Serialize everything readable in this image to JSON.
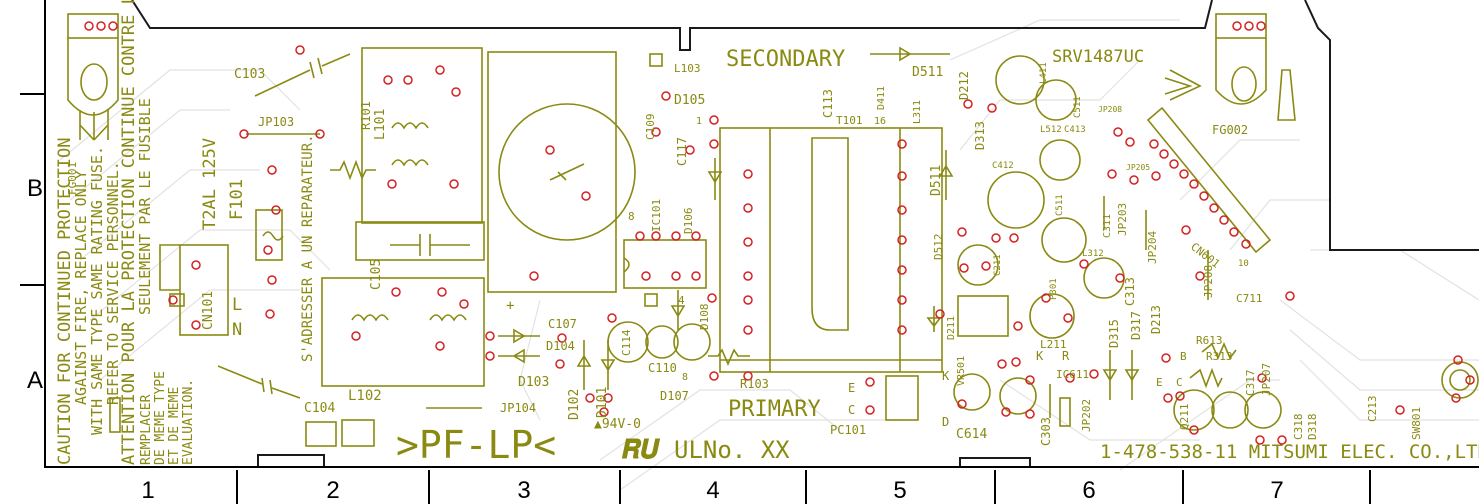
{
  "grid": {
    "rows": [
      "B",
      "A"
    ],
    "columns": [
      "1",
      "2",
      "3",
      "4",
      "5",
      "6",
      "7"
    ]
  },
  "colors": {
    "silkscreen": "#8a8a12",
    "pad": "#d22222",
    "trace": "#dcdcdc",
    "outline": "#000000"
  },
  "board": {
    "caution_lines": [
      "CAUTION FOR CONTINUED PROTECTION",
      "AGAINST FIRE, REPLACE ONLY",
      "WITH SAME TYPE SAME RATING FUSE.",
      "REFER TO SERVICE PERSONNEL."
    ],
    "attention_lines": [
      "ATTENTION POUR LA PROTECTION CONTINUE CONTRE LE FEU,",
      "SEULEMENT PAR LE FUSIBLE"
    ],
    "remplacer_lines": [
      "REMPLACER",
      "DE MEME TYPE",
      "ET DE MEME",
      "EVALUATION."
    ],
    "adresser_text": "S'ADRESSER A UN REPARATEUR.",
    "fuse_rating": "T2AL 125V",
    "secondary_label": "SECONDARY",
    "primary_label": "PRIMARY",
    "model_label": "SRV1487UC",
    "part_number": "1-478-538-11  MITSUMI ELEC. CO.,LTD.",
    "pf_lp": ">PF-LP<",
    "ul_text": "ULNo. XX",
    "rating_94v": "▲94V-0",
    "labels": {
      "fg001": "FG001",
      "fg002": "FG002",
      "c103": "C103",
      "c104": "C104",
      "c105": "C105",
      "c107": "C107",
      "c109": "C109",
      "c110": "C110",
      "c113": "C113",
      "c114": "C114",
      "c117": "C117",
      "c311": "C311",
      "c313": "C313",
      "c317": "C317",
      "c318": "C318",
      "c211": "C211",
      "c213": "C213",
      "c412": "C412",
      "c413": "C413",
      "c511": "C511",
      "c711": "C711",
      "c303": "C303",
      "c614": "C614",
      "jp103": "JP103",
      "jp104": "JP104",
      "jp202": "JP202",
      "jp203": "JP203",
      "jp204": "JP204",
      "jp205": "JP205",
      "jp207": "JP207",
      "jp208": "JP208",
      "jp208b": "JP208",
      "r101": "R101",
      "r103": "R103",
      "r313": "R313",
      "r613": "R613",
      "l101": "L101",
      "l102": "L102",
      "l103": "L103",
      "l211": "L211",
      "l311": "L311",
      "l312": "L312",
      "l411": "L411",
      "l512": "L512",
      "d101": "D101",
      "d102": "D102",
      "d103": "D103",
      "d104": "D104",
      "d105": "D105",
      "d106": "D106",
      "d107": "D107",
      "d108": "D108",
      "d211": "D211",
      "d212": "D212",
      "d213": "D213",
      "d313": "D313",
      "d315": "D315",
      "d317": "D317",
      "d318": "D318",
      "d411": "D411",
      "d511": "D511",
      "d511b": "D511",
      "d512": "D512",
      "cn101": "CN101",
      "cn601": "CN601",
      "f101": "F101",
      "t101": "T101",
      "ic101": "IC101",
      "ic611": "IC611",
      "pc101": "PC101",
      "q211": "Q211",
      "vr501": "VR501",
      "sw801": "SW801",
      "pin_l": "L",
      "pin_n": "N",
      "pin_1": "1",
      "pin_16": "16",
      "pin_4": "4",
      "pin_8": "8",
      "pin_10": "10",
      "pin_e": "E",
      "pin_c": "C",
      "pin_k": "K",
      "pin_r": "R",
      "pin_k2": "K",
      "pin_d": "D",
      "pin_b": "B",
      "pin_e2": "E",
      "pin_c2": "C"
    }
  }
}
